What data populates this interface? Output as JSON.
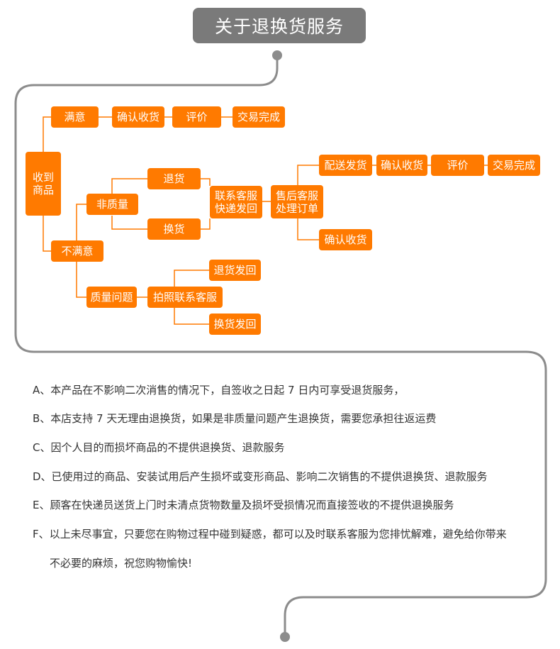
{
  "title": "关于退换货服务",
  "flow": {
    "received": "收到\n商品",
    "satisfied": "满意",
    "confirm_receipt_1": "确认收货",
    "review_1": "评价",
    "trade_complete_1": "交易完成",
    "unsatisfied": "不满意",
    "non_quality": "非质量",
    "return": "退货",
    "exchange": "换货",
    "contact_cs_ship_back": "联系客服\n快递发回",
    "after_sales": "售后客服\n处理订单",
    "deliver_ship": "配送发货",
    "confirm_receipt_2": "确认收货",
    "review_2": "评价",
    "trade_complete_2": "交易完成",
    "confirm_receipt_3": "确认收货",
    "quality_issue": "质量问题",
    "photo_contact_cs": "拍照联系客服",
    "return_ship_back": "退货发回",
    "exchange_ship_back": "换货发回"
  },
  "rules": [
    "A、本产品在不影响二次消售的情况下，自签收之日起 7 日内可享受退货服务，",
    "B、本店支持 7 天无理由退换货，如果是非质量问题产生退换货，需要您承担往返运费",
    "C、因个人目的而损坏商品的不提供退换货、退款服务",
    "D、已使用过的商品、安装试用后产生损坏或变形商品、影响二次销售的不提供退换货、退款服务",
    "E、顾客在快递员送货上门时未清点货物数量及损坏受损情况而直接签收的不提供退换服务",
    "F、以上未尽事宜，只要您在购物过程中碰到疑惑，都可以及时联系客服为您排忧解难，避免给你带来",
    "不必要的麻烦，祝您购物愉快!"
  ],
  "colors": {
    "node": "#ff7a00",
    "line": "#ff7a00",
    "frame": "#8c8c8c",
    "title_bg": "#7a7a7a"
  }
}
